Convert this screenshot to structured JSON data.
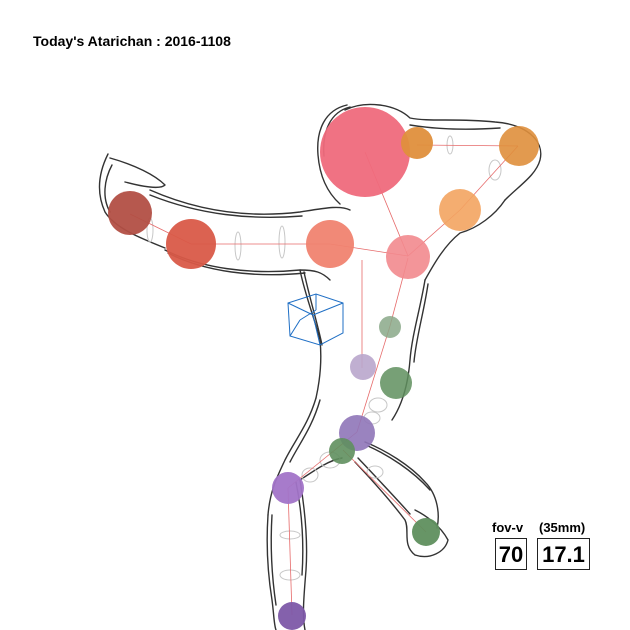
{
  "title": "Today's Atarichan : 2016-1108",
  "fov": {
    "vertical_label": "fov-v",
    "lens_label": "(35mm)",
    "vertical_value": "70",
    "lens_value": "17.1"
  },
  "colors": {
    "head": "#ef6a7c",
    "chest": "#f08370",
    "left_arm": "#d95a48",
    "hand_left": "#b24f44",
    "right_arm": "#f3a460",
    "right_hand": "#df8f3c",
    "pelvis": "#8f75b8",
    "leg_green": "#5f8f5e",
    "knee_purple": "#a274c8",
    "foot_purple": "#7d58a8",
    "sketch": "#333333",
    "bone": "#e66a6a",
    "gizmo": "#1f6fc5"
  }
}
